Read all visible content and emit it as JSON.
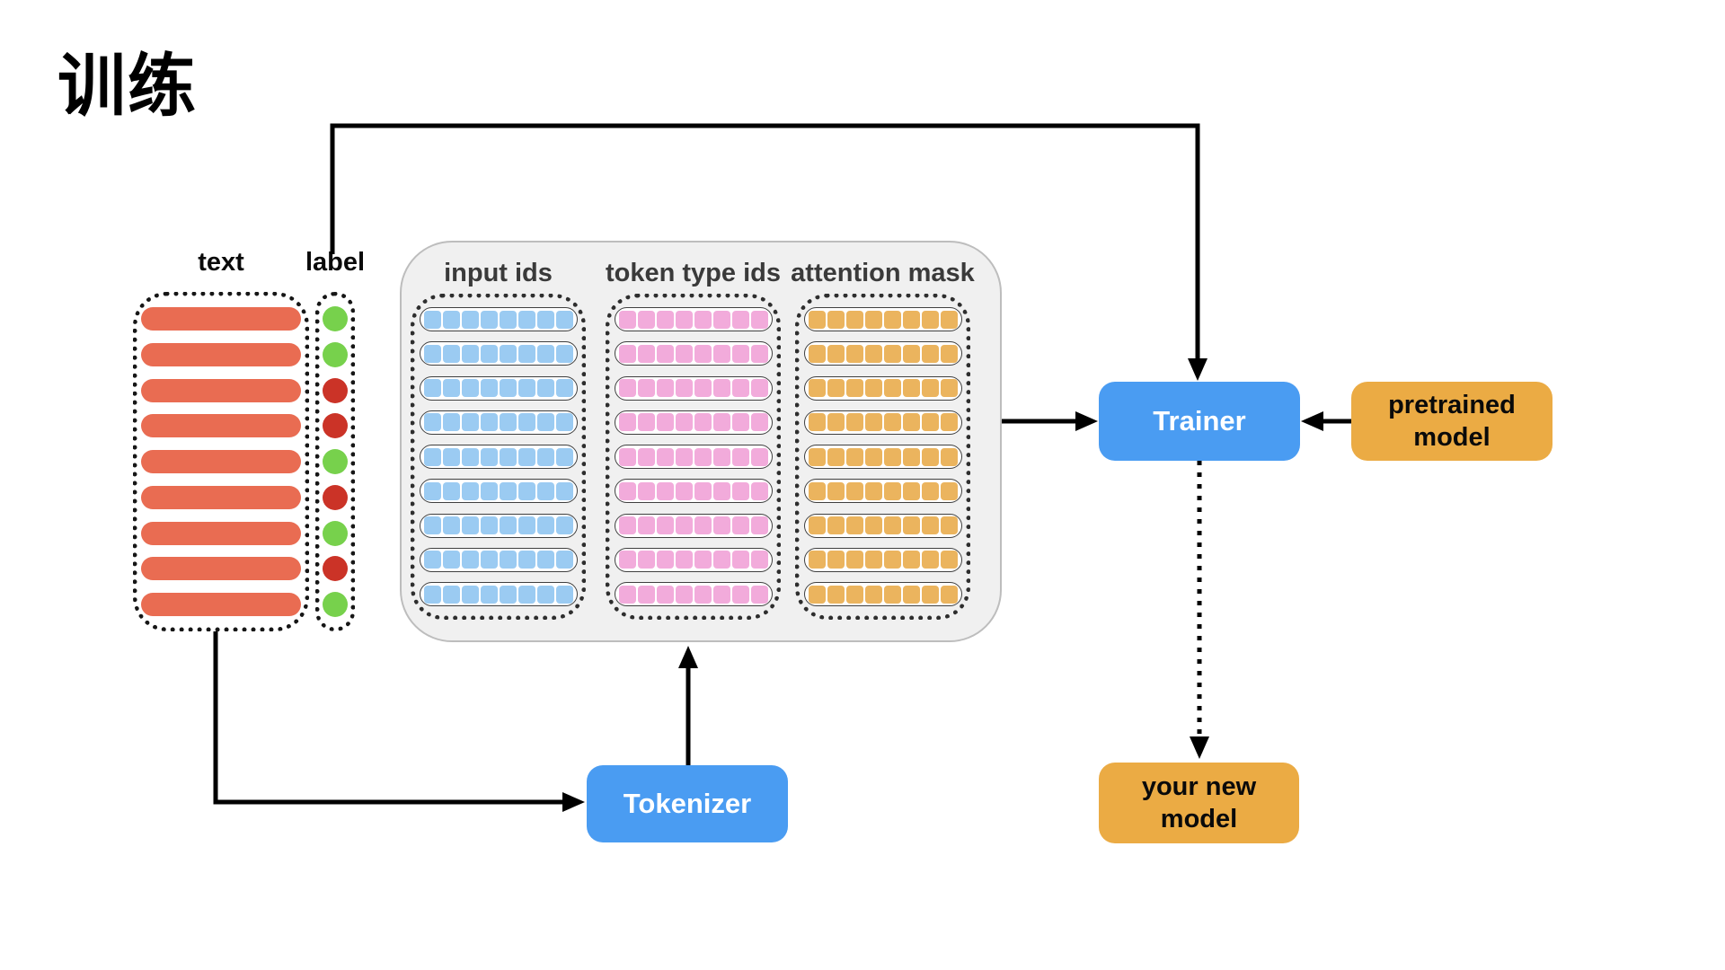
{
  "title": "训练",
  "colors": {
    "node_blue": "#4A9CF2",
    "node_orange": "#EBAB44",
    "text_bar": "#E96C52",
    "label_green": "#77D14C",
    "label_red": "#CB3327",
    "input_ids_square": "#9BCBF2",
    "token_type_ids_square": "#F2ABDB",
    "attention_mask_square": "#EBB45E",
    "panel_gray": "#F0F0F0",
    "arrow_black": "#000000"
  },
  "dataset": {
    "text_column": {
      "header": "text",
      "row_count": 9,
      "bar_color": "#E96C52"
    },
    "label_column": {
      "header": "label",
      "dot_colors": [
        "#77D14C",
        "#77D14C",
        "#CB3327",
        "#CB3327",
        "#77D14C",
        "#CB3327",
        "#77D14C",
        "#CB3327",
        "#77D14C"
      ]
    }
  },
  "tokenized": {
    "columns": [
      {
        "header": "input ids",
        "row_count": 9,
        "squares_per_row": 8,
        "square_color": "#9BCBF2"
      },
      {
        "header": "token type ids",
        "row_count": 9,
        "squares_per_row": 8,
        "square_color": "#F2ABDB"
      },
      {
        "header": "attention mask",
        "row_count": 9,
        "squares_per_row": 8,
        "square_color": "#EBB45E"
      }
    ]
  },
  "nodes": {
    "tokenizer": {
      "label": "Tokenizer",
      "color": "#4A9CF2"
    },
    "trainer": {
      "label": "Trainer",
      "color": "#4A9CF2"
    },
    "pretrained_model": {
      "label": "pretrained model",
      "color": "#EBAB44"
    },
    "your_new_model": {
      "label": "your new model",
      "color": "#EBAB44"
    }
  },
  "arrows": [
    {
      "name": "labels-to-trainer",
      "style": "solid",
      "from": "label column",
      "to": "Trainer top"
    },
    {
      "name": "text-to-tokenizer",
      "style": "solid",
      "from": "text column",
      "to": "Tokenizer left"
    },
    {
      "name": "tokenizer-to-tensors",
      "style": "solid",
      "from": "Tokenizer top",
      "to": "tensor panel bottom"
    },
    {
      "name": "tensors-to-trainer",
      "style": "solid",
      "from": "tensor panel right",
      "to": "Trainer left"
    },
    {
      "name": "pretrained-to-trainer",
      "style": "solid",
      "from": "pretrained model",
      "to": "Trainer right"
    },
    {
      "name": "trainer-to-new-model",
      "style": "dotted",
      "from": "Trainer bottom",
      "to": "your new model top"
    }
  ]
}
